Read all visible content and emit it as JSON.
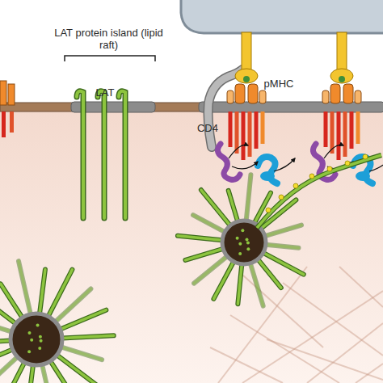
{
  "diagram": {
    "labels": [
      "LAT protein island (lipid raft)",
      "pMHC",
      "LAT",
      "CD4"
    ]
  }
}
